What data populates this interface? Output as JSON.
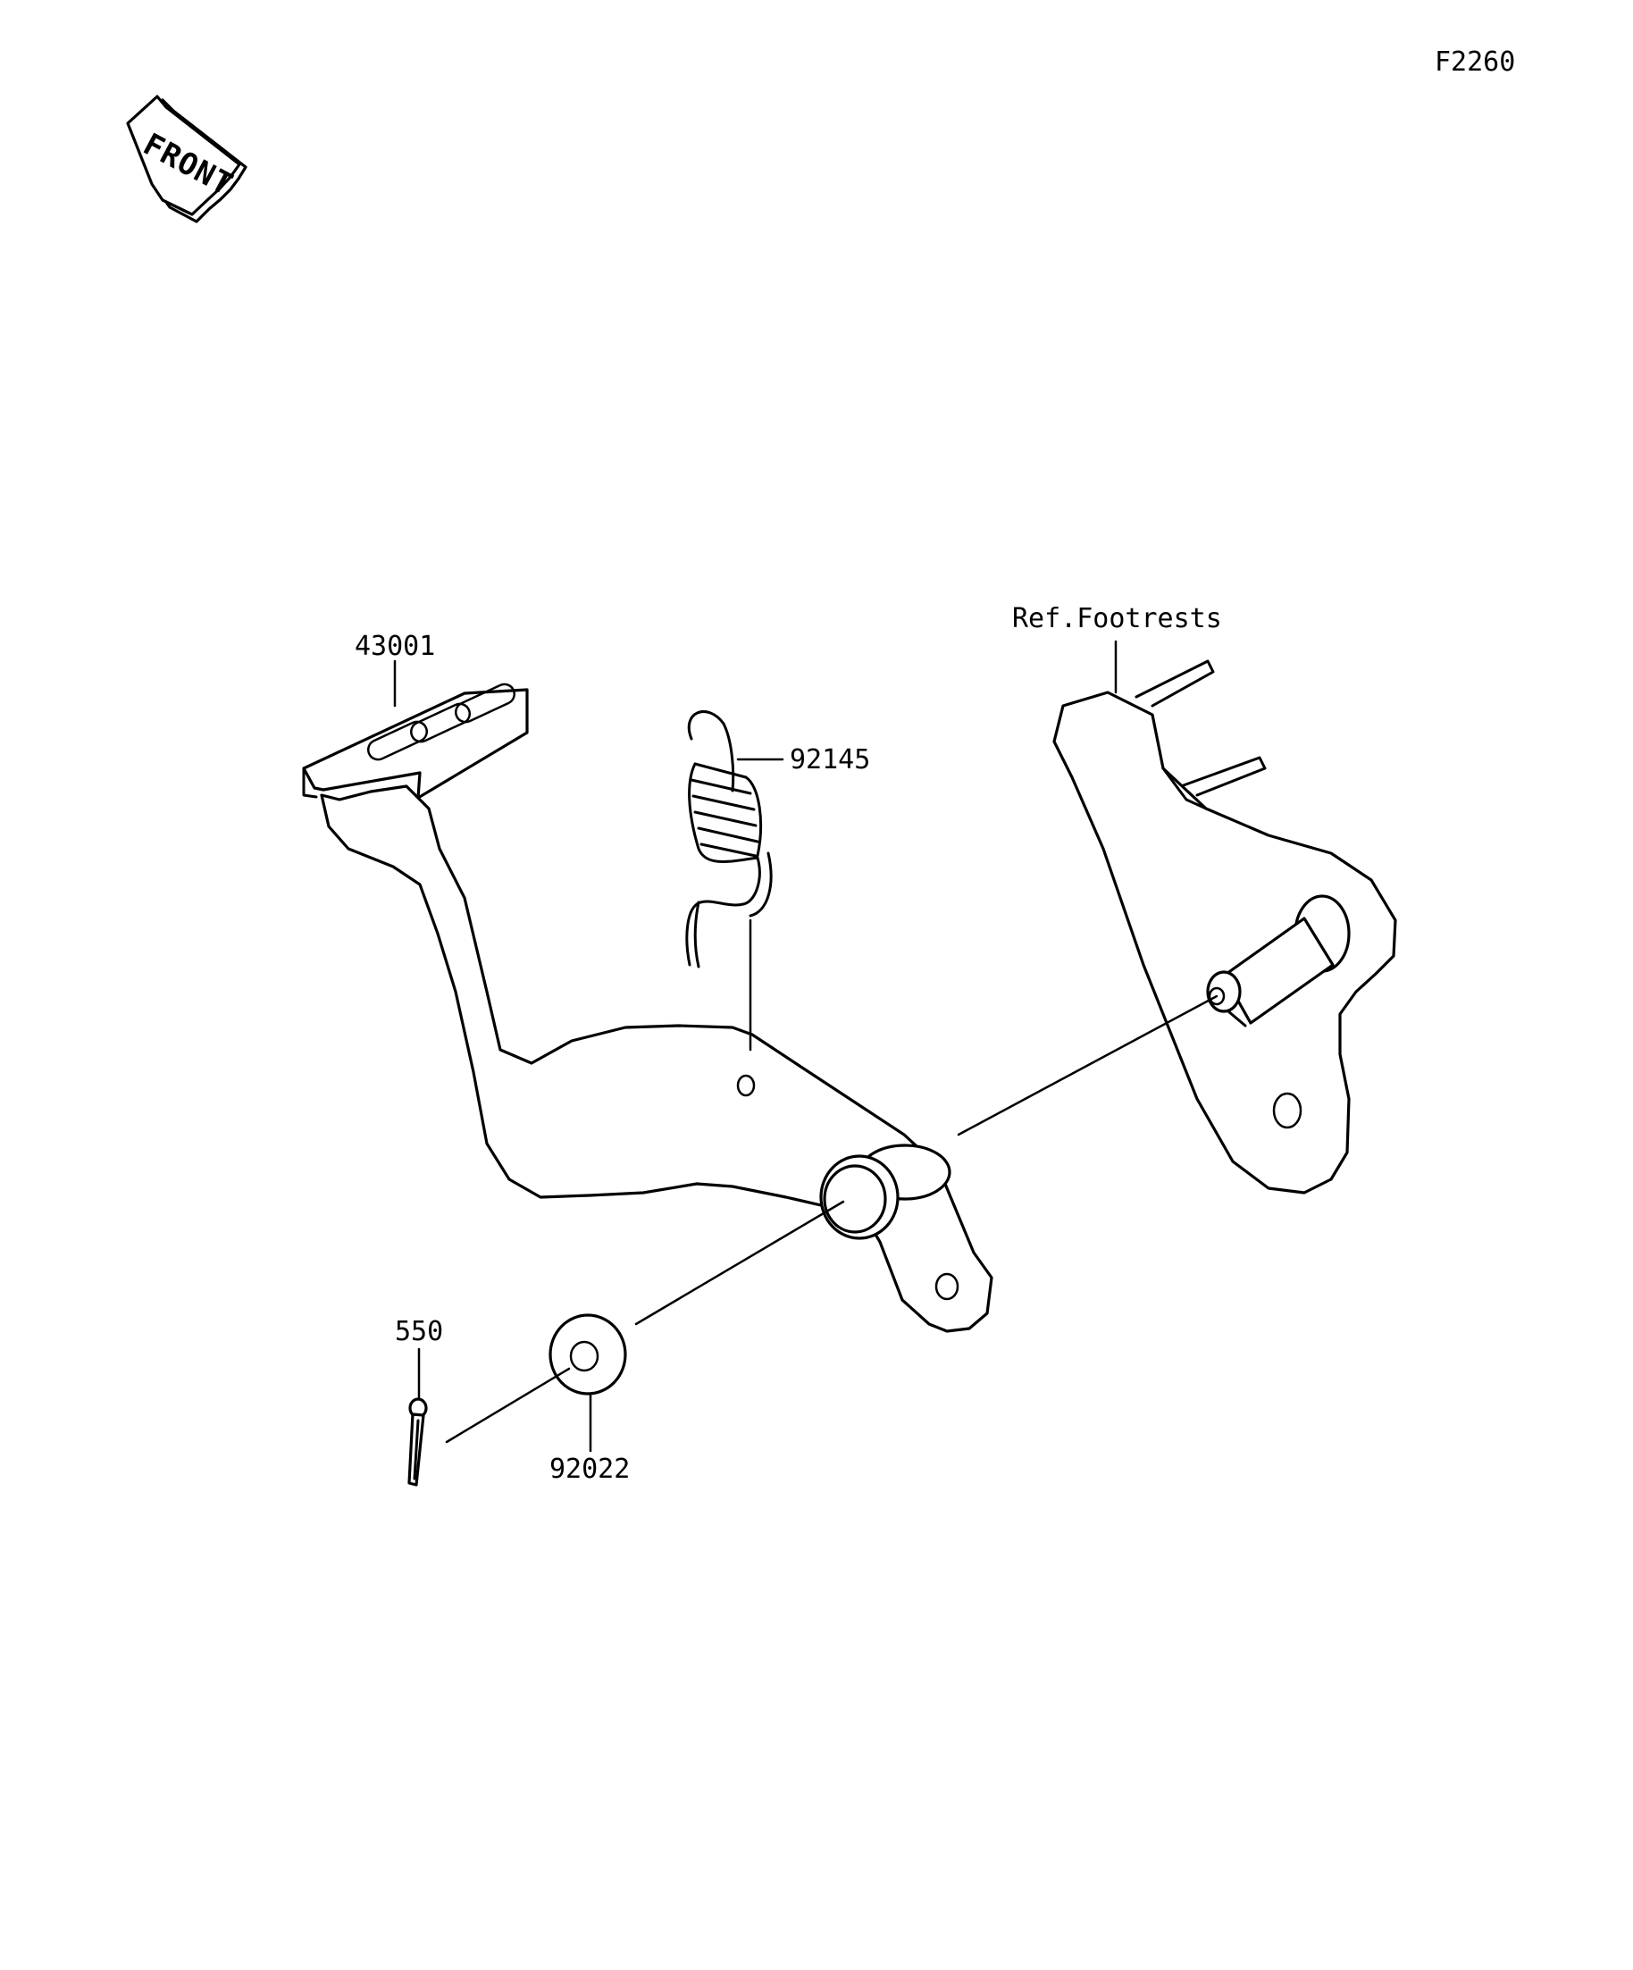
{
  "figure_code": "F2260",
  "front_label": "FRONT",
  "parts": [
    {
      "id": "p43001",
      "number": "43001"
    },
    {
      "id": "p92145",
      "number": "92145"
    },
    {
      "id": "pref",
      "number": "Ref.Footrests"
    },
    {
      "id": "p550",
      "number": "550"
    },
    {
      "id": "p92022",
      "number": "92022"
    }
  ]
}
